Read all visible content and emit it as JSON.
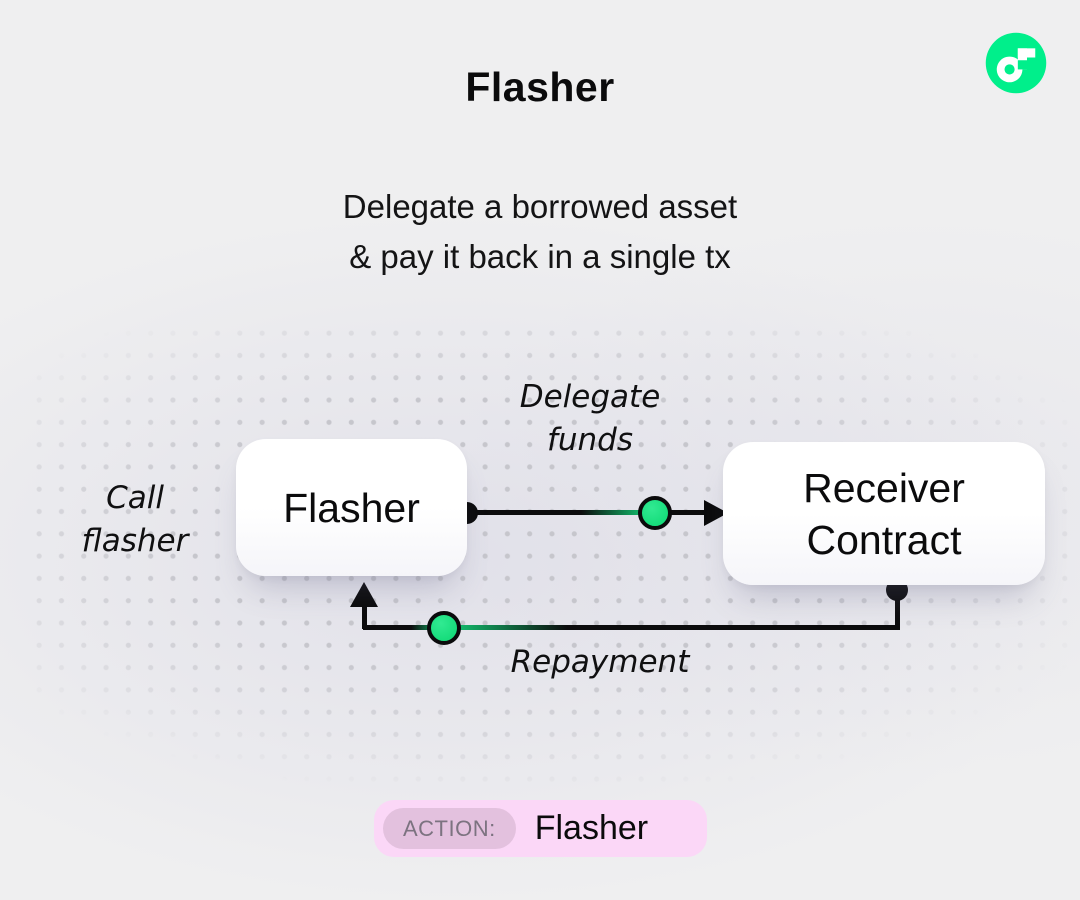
{
  "header": {
    "title": "Flasher",
    "subtitle_line1": "Delegate a borrowed asset",
    "subtitle_line2": "& pay it back in a single tx"
  },
  "logo": {
    "name": "flow-logo",
    "circle_color": "#00ef8b",
    "glyph_color": "#ffffff"
  },
  "diagram": {
    "nodes": [
      {
        "id": "flasher",
        "label": "Flasher"
      },
      {
        "id": "receiver-contract",
        "label_line1": "Receiver",
        "label_line2": "Contract"
      }
    ],
    "edge_labels": {
      "forward_line1": "Delegate",
      "forward_line2": "funds",
      "return": "Repayment",
      "call_line1": "Call",
      "call_line2": "flasher"
    },
    "colors": {
      "line": "#0c0c0d",
      "waypoint_green": "#17dd7c",
      "endpoint_black": "#0b0b0c"
    }
  },
  "action_bar": {
    "badge_label": "ACTION:",
    "value": "Flasher",
    "pill_color": "#fbd7f7",
    "badge_color": "#e3c1de",
    "badge_text_color": "#7c7380"
  }
}
